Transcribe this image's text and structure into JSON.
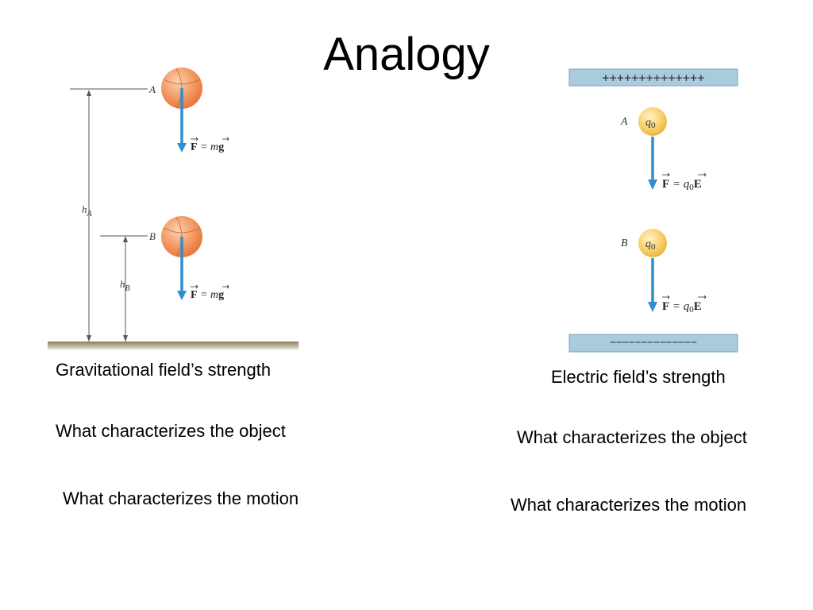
{
  "slide": {
    "title": "Analogy"
  },
  "gravity_figure": {
    "point_a": "A",
    "point_b": "B",
    "height_a": "h",
    "height_a_sub": "A",
    "height_b": "h",
    "height_b_sub": "B",
    "force_symbol": "F",
    "force_eq": " = m",
    "force_field": "g"
  },
  "electric_figure": {
    "plate_top": "++++++++++++++",
    "plate_bottom": "−−−−−−−−−−−−−−",
    "point_a": "A",
    "point_b": "B",
    "charge": "q",
    "charge_sub": "0",
    "force_symbol": "F",
    "force_eq": " = q",
    "force_eq_sub": "0",
    "force_field": "E"
  },
  "captions": {
    "left": {
      "field": "Gravitational field’s strength",
      "object": "What characterizes the object",
      "motion": "What characterizes the motion"
    },
    "right": {
      "field": "Electric field’s strength",
      "object": "What characterizes the object",
      "motion": "What characterizes the motion"
    }
  },
  "colors": {
    "ball": "#f0915a",
    "arrow": "#2c8fcf",
    "plate": "#a9ccdc",
    "charge": "#f5c85a",
    "ground": "#8a7d5e"
  }
}
